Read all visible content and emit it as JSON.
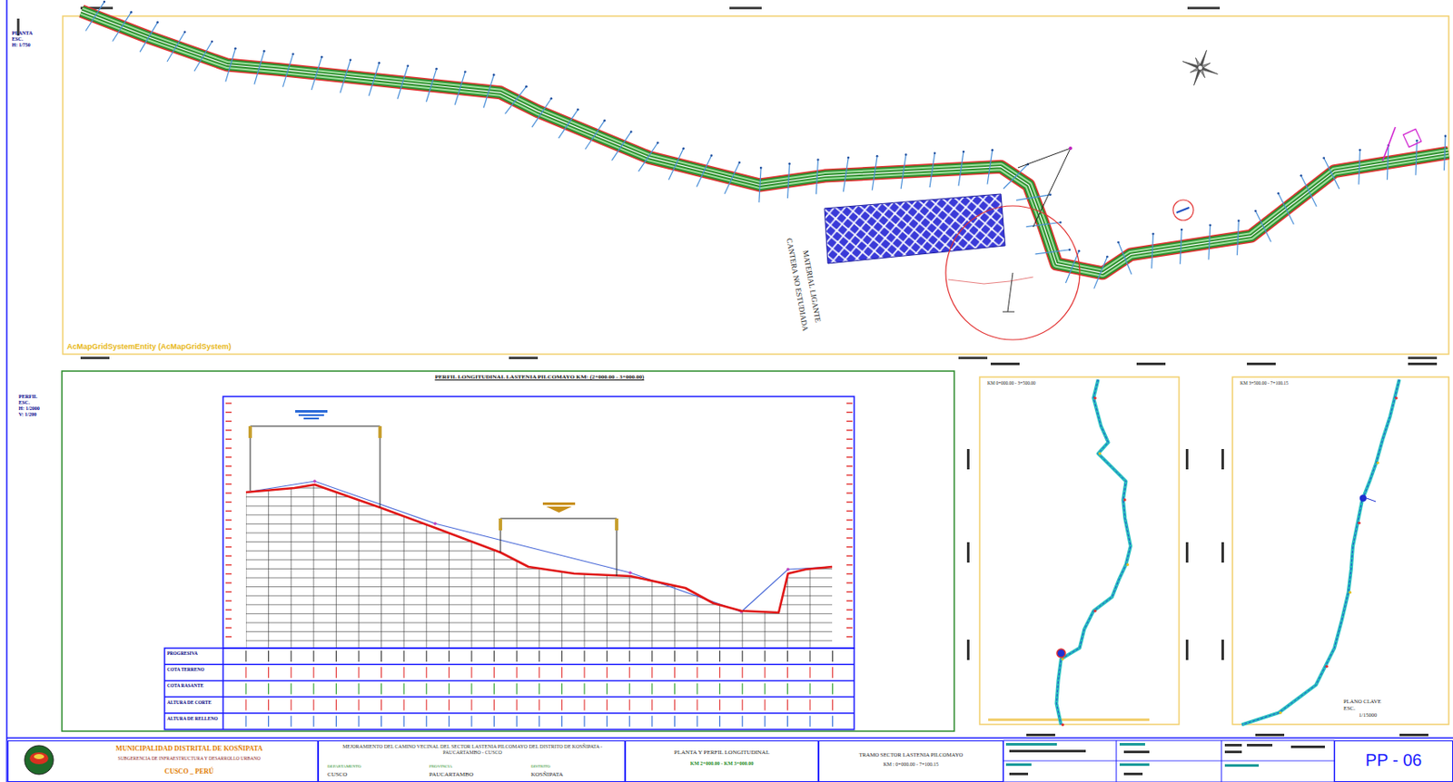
{
  "diagram": {
    "nodes": [
      {
        "text": [
          "MUNICIPALIDAD DISTRITAL DE KOSÑIPATA",
          "SUBGERENCIA DE INFRAESTRUCTURA Y DESARROLLO URBANO",
          "CUSCO _ PERÚ"
        ]
      },
      {
        "text": [
          "MEJORAMIENTO DEL CAMINO VECINAL DEL SECTOR LASTENIA PILCOMAYO DEL DISTRITO DE KOSÑIPATA - PAUCARTAMBO - CUSCO",
          "DEPARTAMENTO",
          "CUSCO",
          "PROVINCIA",
          "PAUCARTAMBO",
          "DISTRITO",
          "KOSÑIPATA"
        ]
      },
      {
        "text": [
          "PLANTA Y PERFIL LONGITUDINAL",
          "KM 2+000.00 - KM 3+000.00"
        ]
      },
      {
        "text": [
          "TRAMO SECTOR LASTENIA PILCOMAYO",
          "KM : 0+000.00 - 7+100.15"
        ]
      },
      {
        "text": [
          "PP - 06"
        ]
      }
    ],
    "labels": [
      "PLANTA",
      "ESC.",
      "H: 1/750",
      "CANTERA NO ESTUDIADA",
      "MATERIAL LIGANTE",
      "AcMapGridSystemEntity (AcMapGridSystem)",
      "PERFIL",
      "ESC.",
      "H: 1/2000",
      "V: 1/200",
      "PERFIL LONGITUDINAL LASTENIA PILCOMAYO KM: (2+000.00 - 3+000.00)",
      "PROGRESIVA",
      "COTA TERRENO",
      "COTA RASANTE",
      "ALTURA DE CORTE",
      "ALTURA DE RELLENO",
      "KM 0+000.00 - 3+500.00",
      "KM 3+500.00 - 7+100.15",
      "PLANO CLAVE",
      "ESC.",
      "1/15000"
    ]
  }
}
